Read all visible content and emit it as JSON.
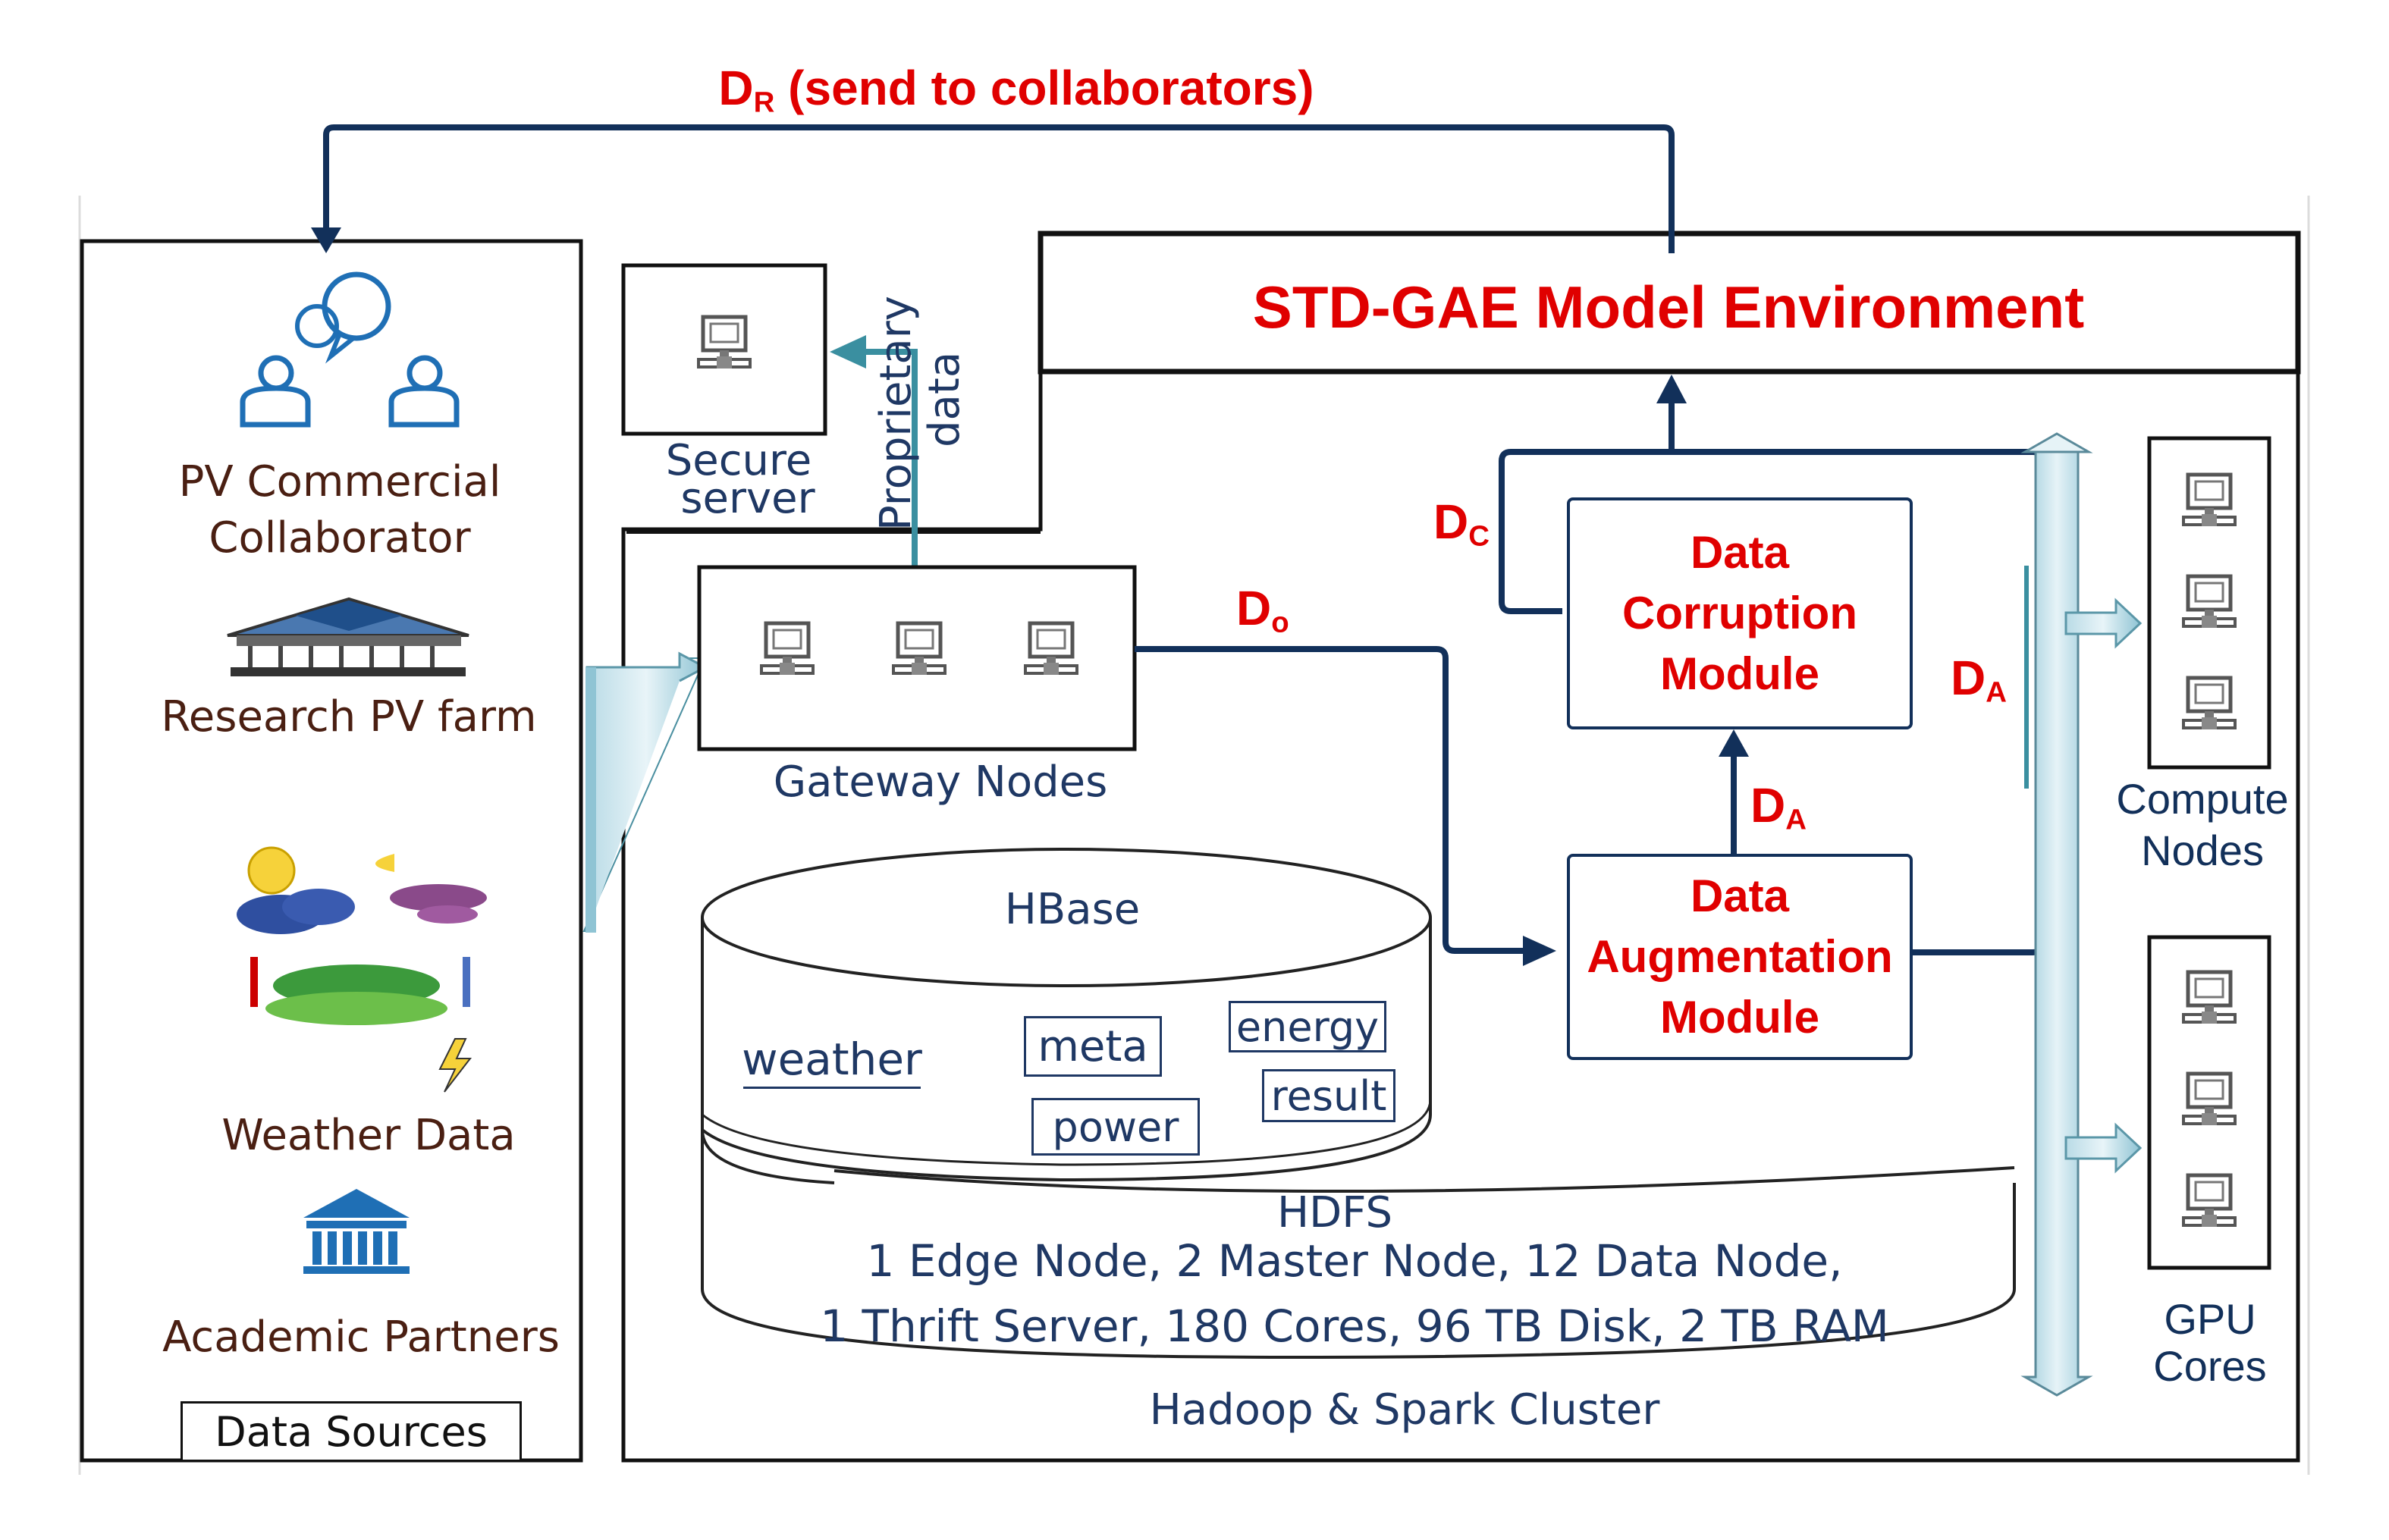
{
  "top_label": {
    "main": "D",
    "sub": "R",
    "rest": " (send to collaborators)"
  },
  "environment": {
    "title": "STD-GAE Model Environment"
  },
  "data_sources": {
    "items": [
      {
        "label_line1": "PV Commercial",
        "label_line2": "Collaborator",
        "icon": "collaborators-icon"
      },
      {
        "label": "Research PV farm",
        "icon": "research-farm-icon"
      },
      {
        "label": "Weather Data",
        "icon": "weather-icon"
      },
      {
        "label": "Academic Partners",
        "icon": "academic-building-icon"
      }
    ],
    "footer": "Data Sources"
  },
  "secure_server": {
    "line1": "Secure",
    "line2": "server",
    "icon": "computer-icon"
  },
  "proprietary": {
    "line1": "Proprietary",
    "line2": "data"
  },
  "gateway": {
    "label": "Gateway Nodes",
    "icon": "computer-icon"
  },
  "flows": {
    "d_o": {
      "main": "D",
      "sub": "o"
    },
    "d_c": {
      "main": "D",
      "sub": "C"
    },
    "d_a_vertical": {
      "main": "D",
      "sub": "A"
    },
    "d_a_right": {
      "main": "D",
      "sub": "A"
    }
  },
  "modules": {
    "corruption": "Data\nCorruption\nModule",
    "augmentation": "Data\nAugmentation\nModule"
  },
  "hbase": {
    "title": "HBase",
    "tables": [
      "weather",
      "meta",
      "energy",
      "power",
      "result"
    ]
  },
  "hdfs": {
    "title": "HDFS",
    "line1": "1 Edge Node, 2 Master Node, 12 Data Node,",
    "line2": "1 Thrift Server, 180 Cores, 96 TB Disk, 2 TB RAM"
  },
  "cluster_label": "Hadoop & Spark Cluster",
  "compute_nodes": {
    "line1": "Compute",
    "line2": "Nodes"
  },
  "gpu_cores": {
    "line1": "GPU",
    "line2": "Cores"
  },
  "colors": {
    "navy": "#12305a",
    "red": "#e00000",
    "teal": "#3a8fa0",
    "text_brown": "#4a1f12",
    "icon_blue": "#1f6fb5"
  }
}
